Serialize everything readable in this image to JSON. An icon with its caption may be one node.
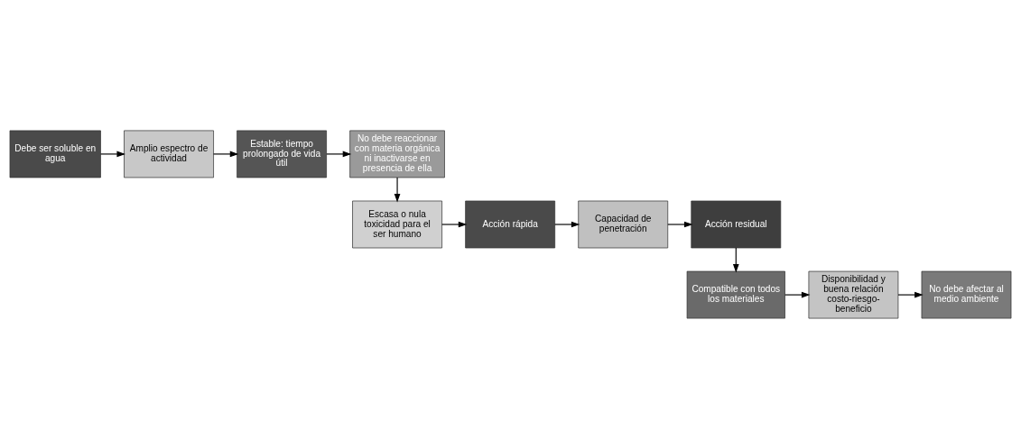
{
  "diagram": {
    "nodes": [
      {
        "text": [
          "Debe ser soluble en agua"
        ]
      },
      {
        "text": [
          "Amplio espectro de actividad"
        ]
      },
      {
        "text": [
          "Estable: tiempo prolongado de vida útil"
        ]
      },
      {
        "text": [
          "No debe reaccionar con materia orgánica ni inactivarse en presencia de ella"
        ]
      },
      {
        "text": [
          "Escasa o nula toxicidad para el ser humano"
        ]
      },
      {
        "text": [
          "Acción rápida"
        ]
      },
      {
        "text": [
          "Capacidad de penetración"
        ]
      },
      {
        "text": [
          "Acción residual"
        ]
      },
      {
        "text": [
          "Compatible con todos los materiales"
        ]
      },
      {
        "text": [
          "Disponibilidad y buena relación costo-riesgo-beneficio"
        ]
      },
      {
        "text": [
          "No debe afectar al medio ambiente"
        ]
      }
    ],
    "edges": [
      {
        "from": 0,
        "to": 1,
        "arrow": "to"
      },
      {
        "from": 1,
        "to": 2,
        "arrow": "to"
      },
      {
        "from": 2,
        "to": 3,
        "arrow": "to"
      },
      {
        "from": 3,
        "to": 4,
        "arrow": "to"
      },
      {
        "from": 4,
        "to": 5,
        "arrow": "to"
      },
      {
        "from": 5,
        "to": 6,
        "arrow": "to"
      },
      {
        "from": 6,
        "to": 7,
        "arrow": "to"
      },
      {
        "from": 7,
        "to": 8,
        "arrow": "to"
      },
      {
        "from": 8,
        "to": 9,
        "arrow": "to"
      },
      {
        "from": 9,
        "to": 10,
        "arrow": "to"
      }
    ]
  }
}
